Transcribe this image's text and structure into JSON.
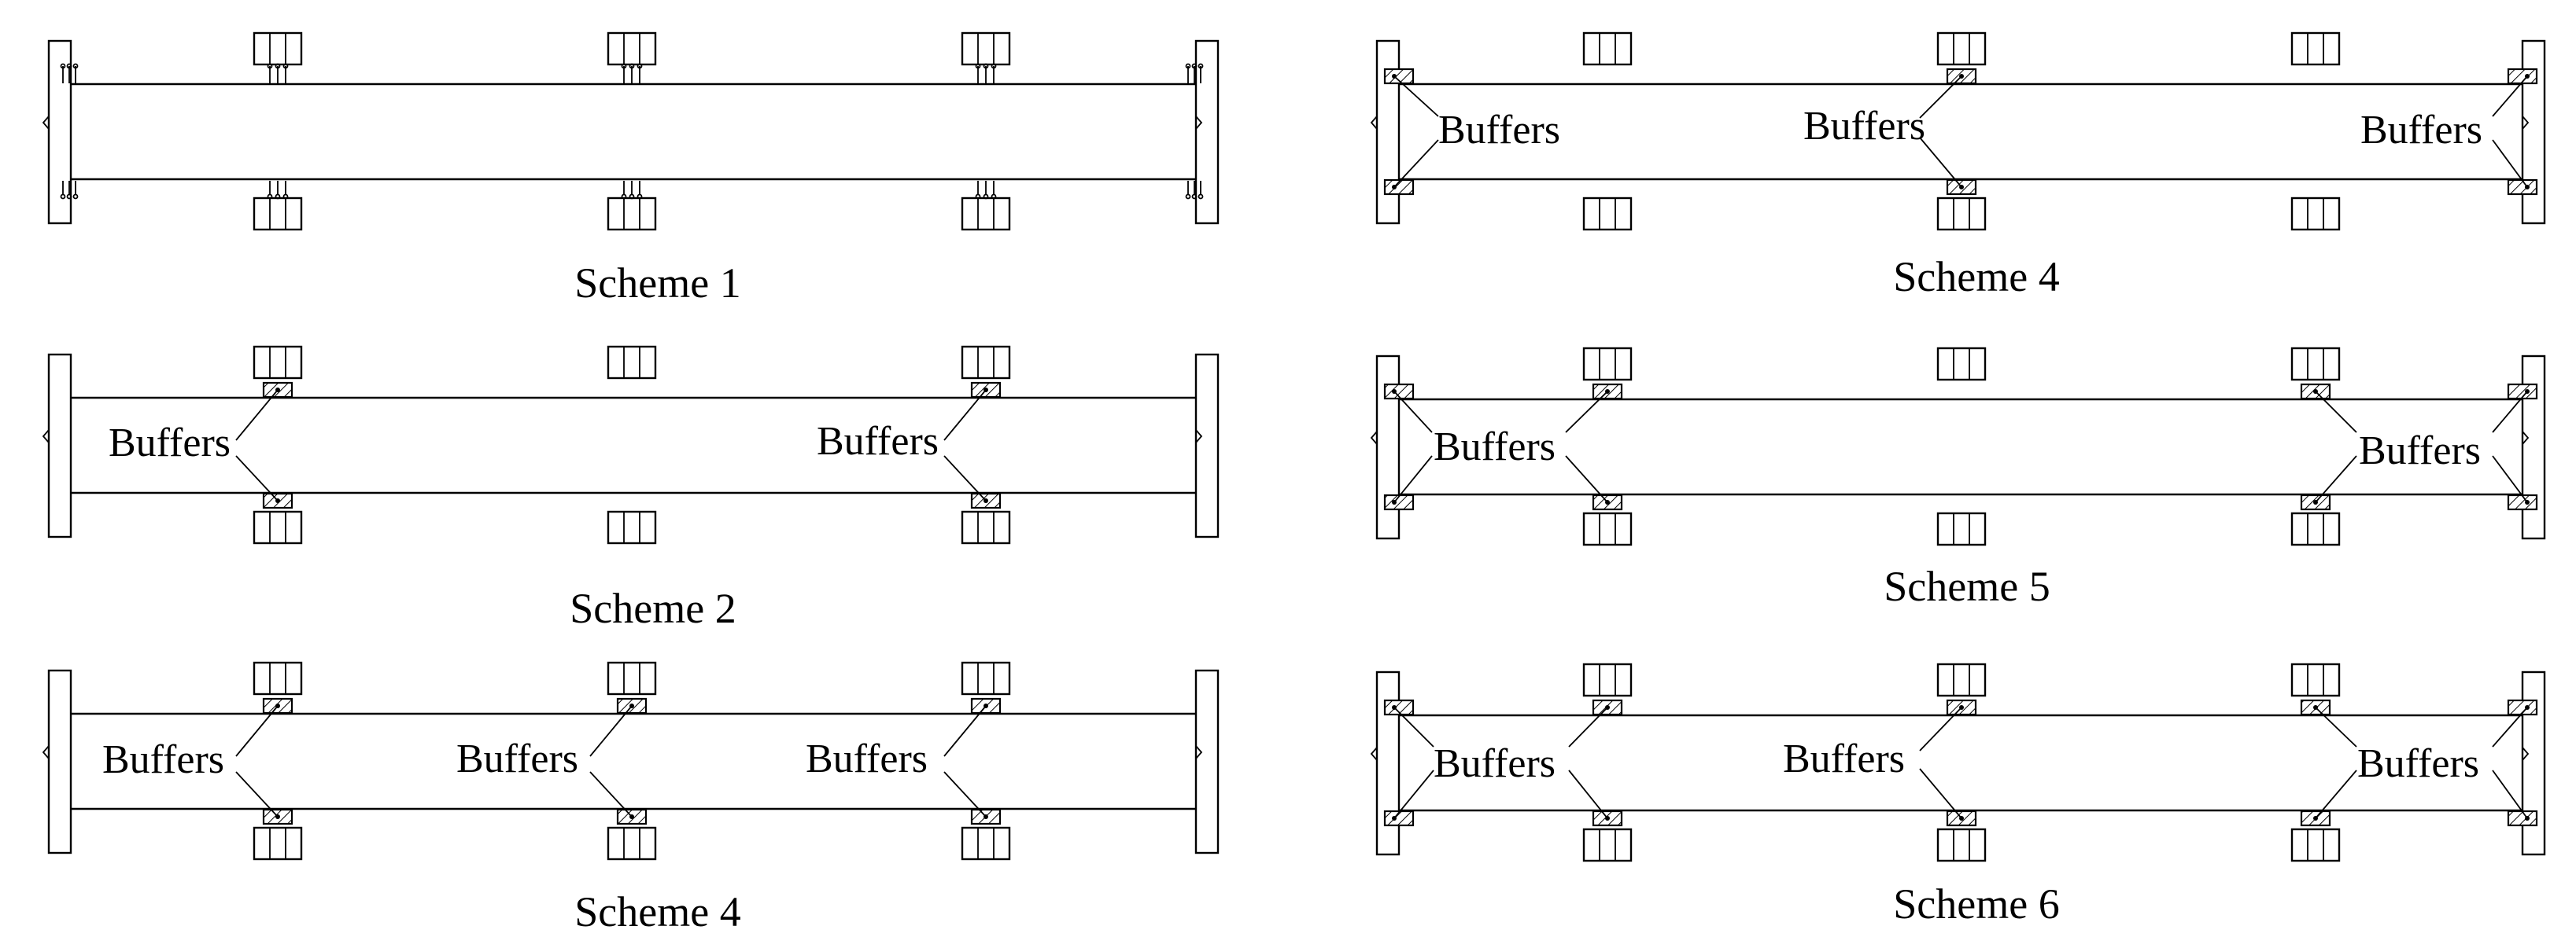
{
  "figure": {
    "schemes": [
      {
        "id": "s1",
        "caption": "Scheme 1",
        "buffer_label": ""
      },
      {
        "id": "s2",
        "caption": "Scheme 2",
        "buffer_label": "Buffers"
      },
      {
        "id": "s3",
        "caption": "Scheme 4",
        "buffer_label": "Buffers"
      },
      {
        "id": "s4",
        "caption": "Scheme 4",
        "buffer_label": "Buffers"
      },
      {
        "id": "s5",
        "caption": "Scheme 5",
        "buffer_label": "Buffers"
      },
      {
        "id": "s6",
        "caption": "Scheme 6",
        "buffer_label": "Buffers"
      }
    ],
    "colors": {
      "line": "#000000",
      "background": "#ffffff"
    }
  }
}
